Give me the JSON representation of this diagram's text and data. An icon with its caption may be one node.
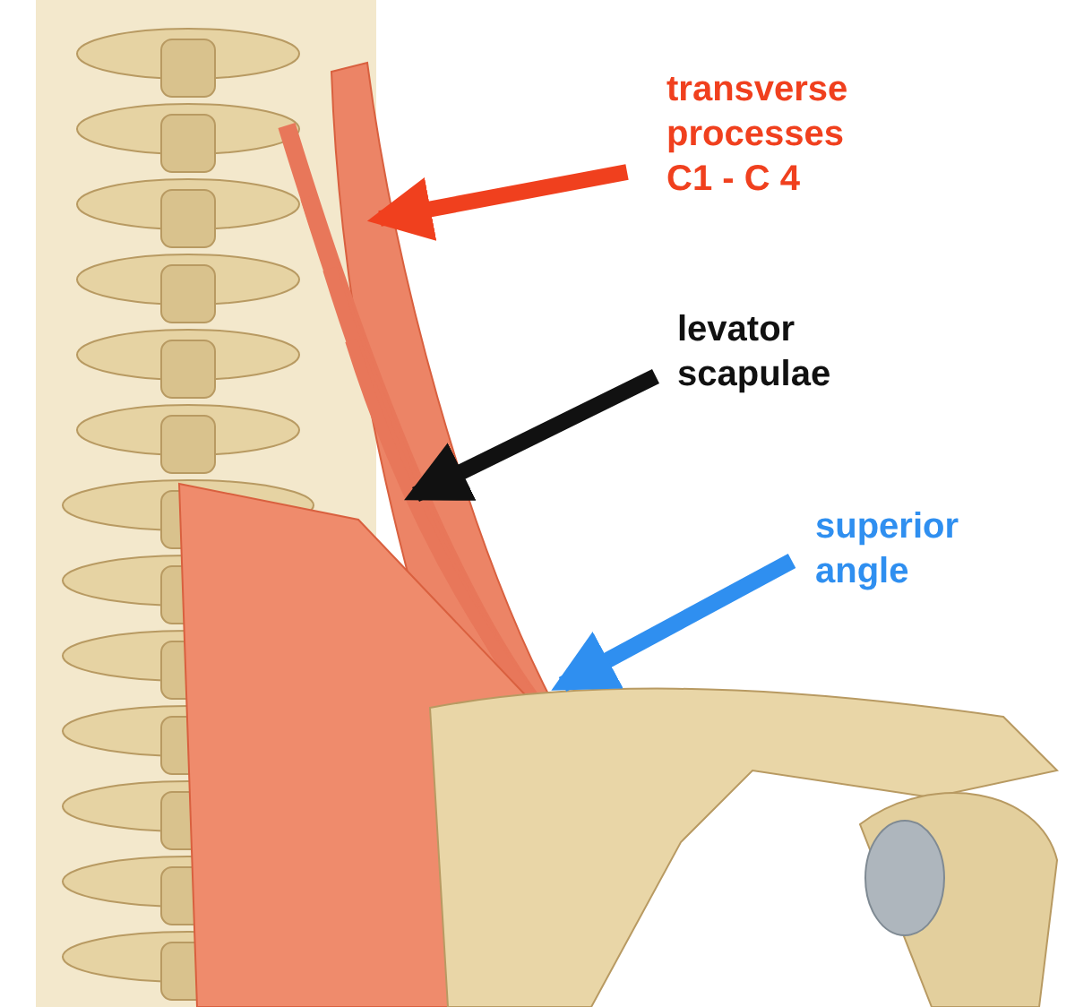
{
  "diagram": {
    "nodes": [
      {
        "text": [
          "transverse processes C1 - C 4"
        ]
      },
      {
        "text": [
          "levator scapulae"
        ]
      },
      {
        "text": [
          "superior angle"
        ]
      }
    ],
    "edges": [
      {
        "from": 0,
        "to": null,
        "arrow": "to",
        "color": "#f0401e"
      },
      {
        "from": 1,
        "to": null,
        "arrow": "to",
        "color": "#111111"
      },
      {
        "from": 2,
        "to": null,
        "arrow": "to",
        "color": "#2f8ff0"
      }
    ]
  }
}
